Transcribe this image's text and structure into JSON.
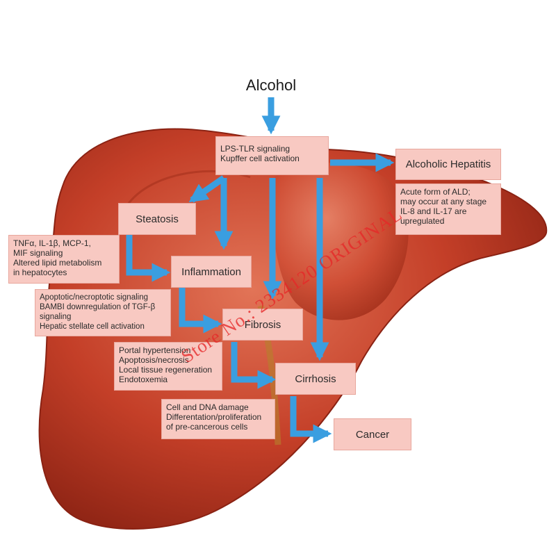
{
  "diagram": {
    "title": "Alcohol",
    "nodes": {
      "lps": {
        "lines": [
          "LPS-TLR signaling",
          "Kupffer cell activation"
        ]
      },
      "hepatitis": {
        "label": "Alcoholic Hepatitis"
      },
      "hepatitis_note": {
        "lines": [
          "Acute form of ALD;",
          "may occur at any stage",
          "IL-8 and IL-17 are",
          "upregulated"
        ]
      },
      "steatosis": {
        "label": "Steatosis"
      },
      "steatosis_note": {
        "lines": [
          "TNFα, IL-1β, MCP-1,",
          "MIF signaling",
          "Altered lipid metabolism",
          "in hepatocytes"
        ]
      },
      "inflammation": {
        "label": "Inflammation"
      },
      "inflammation_note": {
        "lines": [
          "Apoptotic/necroptotic signaling",
          "BAMBI downregulation of TGF-β",
          "signaling",
          "Hepatic stellate cell activation"
        ]
      },
      "fibrosis": {
        "label": "Fibrosis"
      },
      "fibrosis_note": {
        "lines": [
          "Portal hypertension",
          "Apoptosis/necrosis",
          "Local tissue regeneration",
          "Endotoxemia"
        ]
      },
      "cirrhosis": {
        "label": "Cirrhosis"
      },
      "cirrhosis_note": {
        "lines": [
          "Cell and DNA damage",
          "Differentation/proliferation",
          "of pre-cancerous cells"
        ]
      },
      "cancer": {
        "label": "Cancer"
      }
    }
  },
  "watermark": "Store No.: 2334120 ORIGINAL",
  "colors": {
    "arrow": "#3a9ee0",
    "box_fill": "#f8c9c2",
    "liver_main": "#c8412b",
    "liver_dark": "#8f2415",
    "liver_light": "#e0765c"
  }
}
